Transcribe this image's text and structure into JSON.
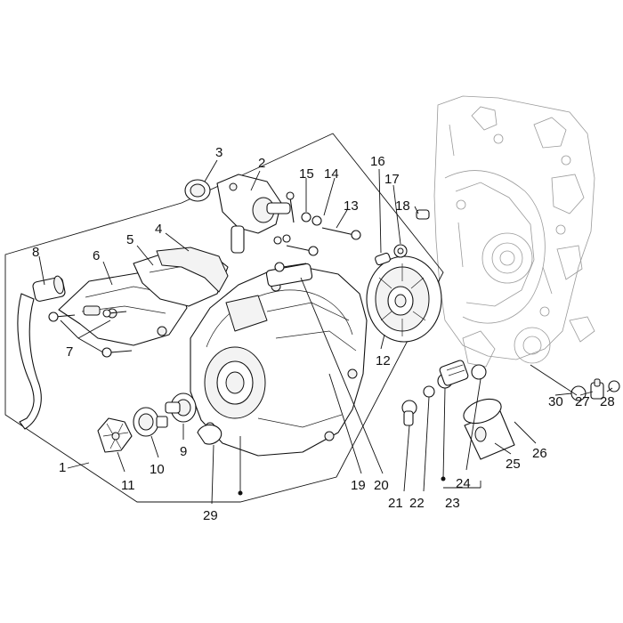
{
  "callouts": [
    {
      "id": "c1",
      "text": "1"
    },
    {
      "id": "c2",
      "text": "2"
    },
    {
      "id": "c3",
      "text": "3"
    },
    {
      "id": "c4",
      "text": "4"
    },
    {
      "id": "c5",
      "text": "5"
    },
    {
      "id": "c6",
      "text": "6"
    },
    {
      "id": "c7",
      "text": "7"
    },
    {
      "id": "c8",
      "text": "8"
    },
    {
      "id": "c9",
      "text": "9"
    },
    {
      "id": "c10",
      "text": "10"
    },
    {
      "id": "c11",
      "text": "11"
    },
    {
      "id": "c12",
      "text": "12"
    },
    {
      "id": "c13",
      "text": "13"
    },
    {
      "id": "c14",
      "text": "14"
    },
    {
      "id": "c15",
      "text": "15"
    },
    {
      "id": "c16",
      "text": "16"
    },
    {
      "id": "c17",
      "text": "17"
    },
    {
      "id": "c18",
      "text": "18"
    },
    {
      "id": "c19",
      "text": "19"
    },
    {
      "id": "c20",
      "text": "20"
    },
    {
      "id": "c21",
      "text": "21"
    },
    {
      "id": "c22",
      "text": "22"
    },
    {
      "id": "c23",
      "text": "23"
    },
    {
      "id": "c24",
      "text": "24"
    },
    {
      "id": "c25",
      "text": "25"
    },
    {
      "id": "c26",
      "text": "26"
    },
    {
      "id": "c27",
      "text": "27"
    },
    {
      "id": "c28",
      "text": "28"
    },
    {
      "id": "c29",
      "text": "29"
    },
    {
      "id": "c30",
      "text": "30"
    }
  ]
}
